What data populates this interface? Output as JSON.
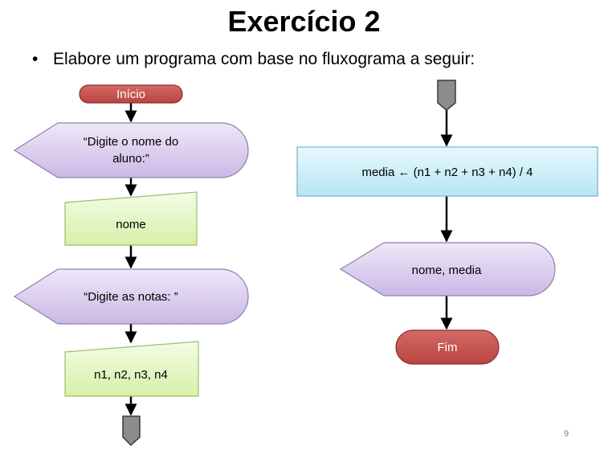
{
  "slide": {
    "title": "Exercício 2",
    "bullet": "Elabore um programa com base no fluxograma a seguir:",
    "page_number": "9"
  },
  "flowchart": {
    "start_label": "Início",
    "display_prompt_name_line1": "“Digite o nome do",
    "display_prompt_name_line2": "aluno:”",
    "input_name": "nome",
    "display_prompt_grades": "“Digite as notas: ”",
    "input_grades": "n1, n2, n3, n4",
    "process_average": "media ← (n1 + n2 + n3 + n4) / 4",
    "display_output": "nome, media",
    "end_label": "Fim"
  },
  "colors": {
    "terminal_fill": "#c0504d",
    "display_fill": "#d7c6ec",
    "input_fill": "#e0f5bb",
    "process_fill": "#c4ecf6",
    "connector_fill": "#8c8c8c"
  }
}
